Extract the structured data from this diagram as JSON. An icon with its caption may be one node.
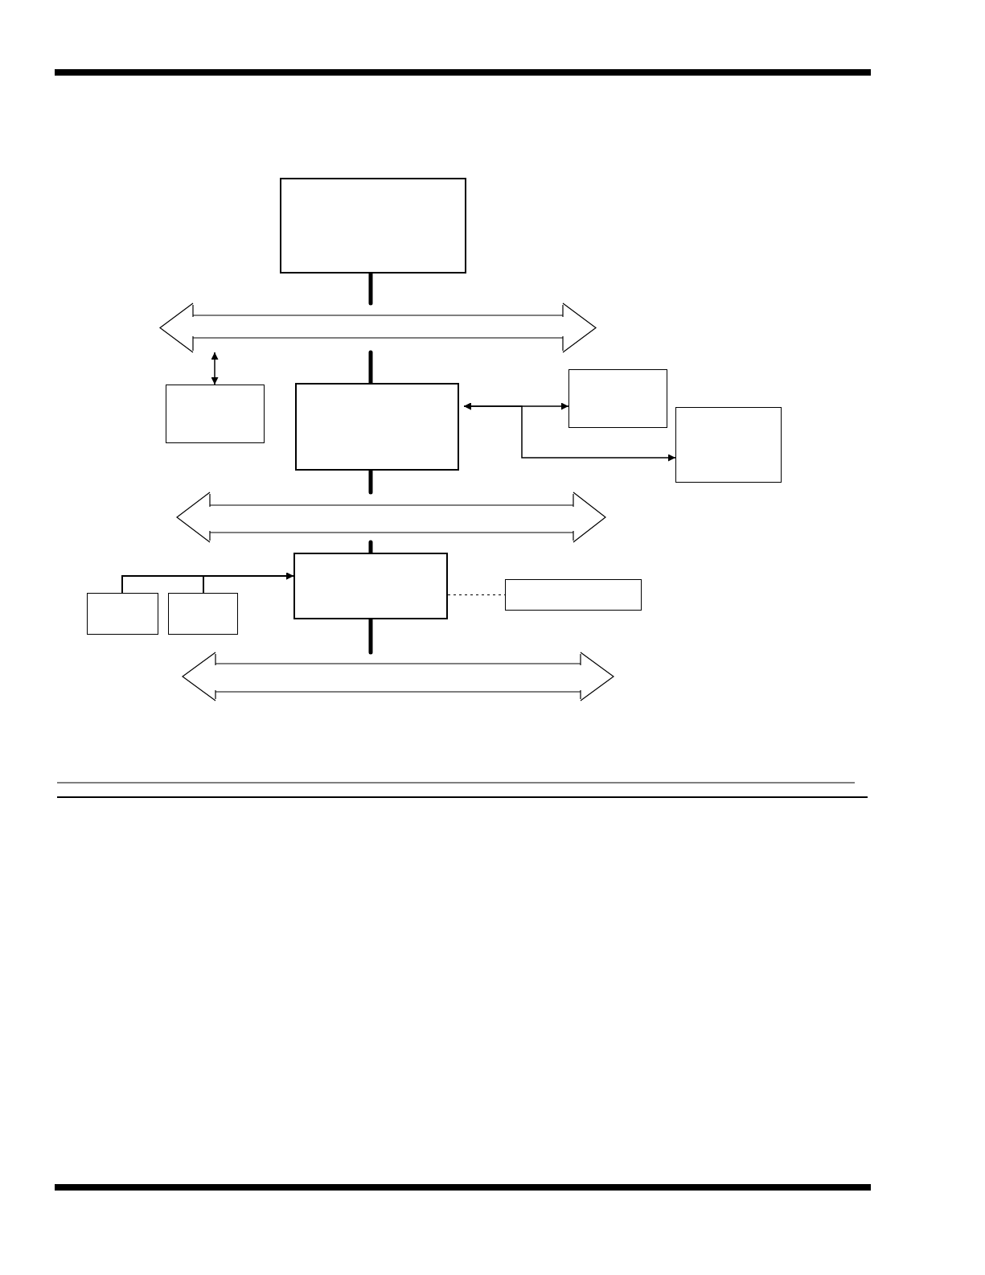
{
  "diagram": {
    "nodes": [
      {
        "text": [],
        "shape": "box"
      },
      {
        "text": [],
        "shape": "arrow"
      },
      {
        "text": [],
        "shape": "box"
      },
      {
        "text": [],
        "shape": "box"
      },
      {
        "text": [],
        "shape": "box"
      },
      {
        "text": [],
        "shape": "box"
      },
      {
        "text": [],
        "shape": "arrow"
      },
      {
        "text": [],
        "shape": "box"
      },
      {
        "text": [],
        "shape": "box"
      },
      {
        "text": [],
        "shape": "box"
      },
      {
        "text": [],
        "shape": "box"
      },
      {
        "text": [],
        "shape": "arrow"
      }
    ],
    "edges": [
      {
        "from": 0,
        "to": 1,
        "arrow": "none",
        "style": "thick"
      },
      {
        "from": 1,
        "to": 3,
        "arrow": "none",
        "style": "thick"
      },
      {
        "from": 1,
        "to": 2,
        "arrow": "both"
      },
      {
        "from": 3,
        "to": 4,
        "arrow": "both"
      },
      {
        "from": 3,
        "to": 5,
        "arrow": "both"
      },
      {
        "from": 3,
        "to": 6,
        "arrow": "none",
        "style": "thick"
      },
      {
        "from": 6,
        "to": 7,
        "arrow": "none",
        "style": "thick"
      },
      {
        "from": 8,
        "to": 7,
        "arrow": "to"
      },
      {
        "from": 9,
        "to": 7,
        "arrow": "to"
      },
      {
        "from": 7,
        "to": 10,
        "arrow": "none",
        "style": "dashed"
      },
      {
        "from": 7,
        "to": 11,
        "arrow": "none",
        "style": "thick"
      }
    ]
  }
}
